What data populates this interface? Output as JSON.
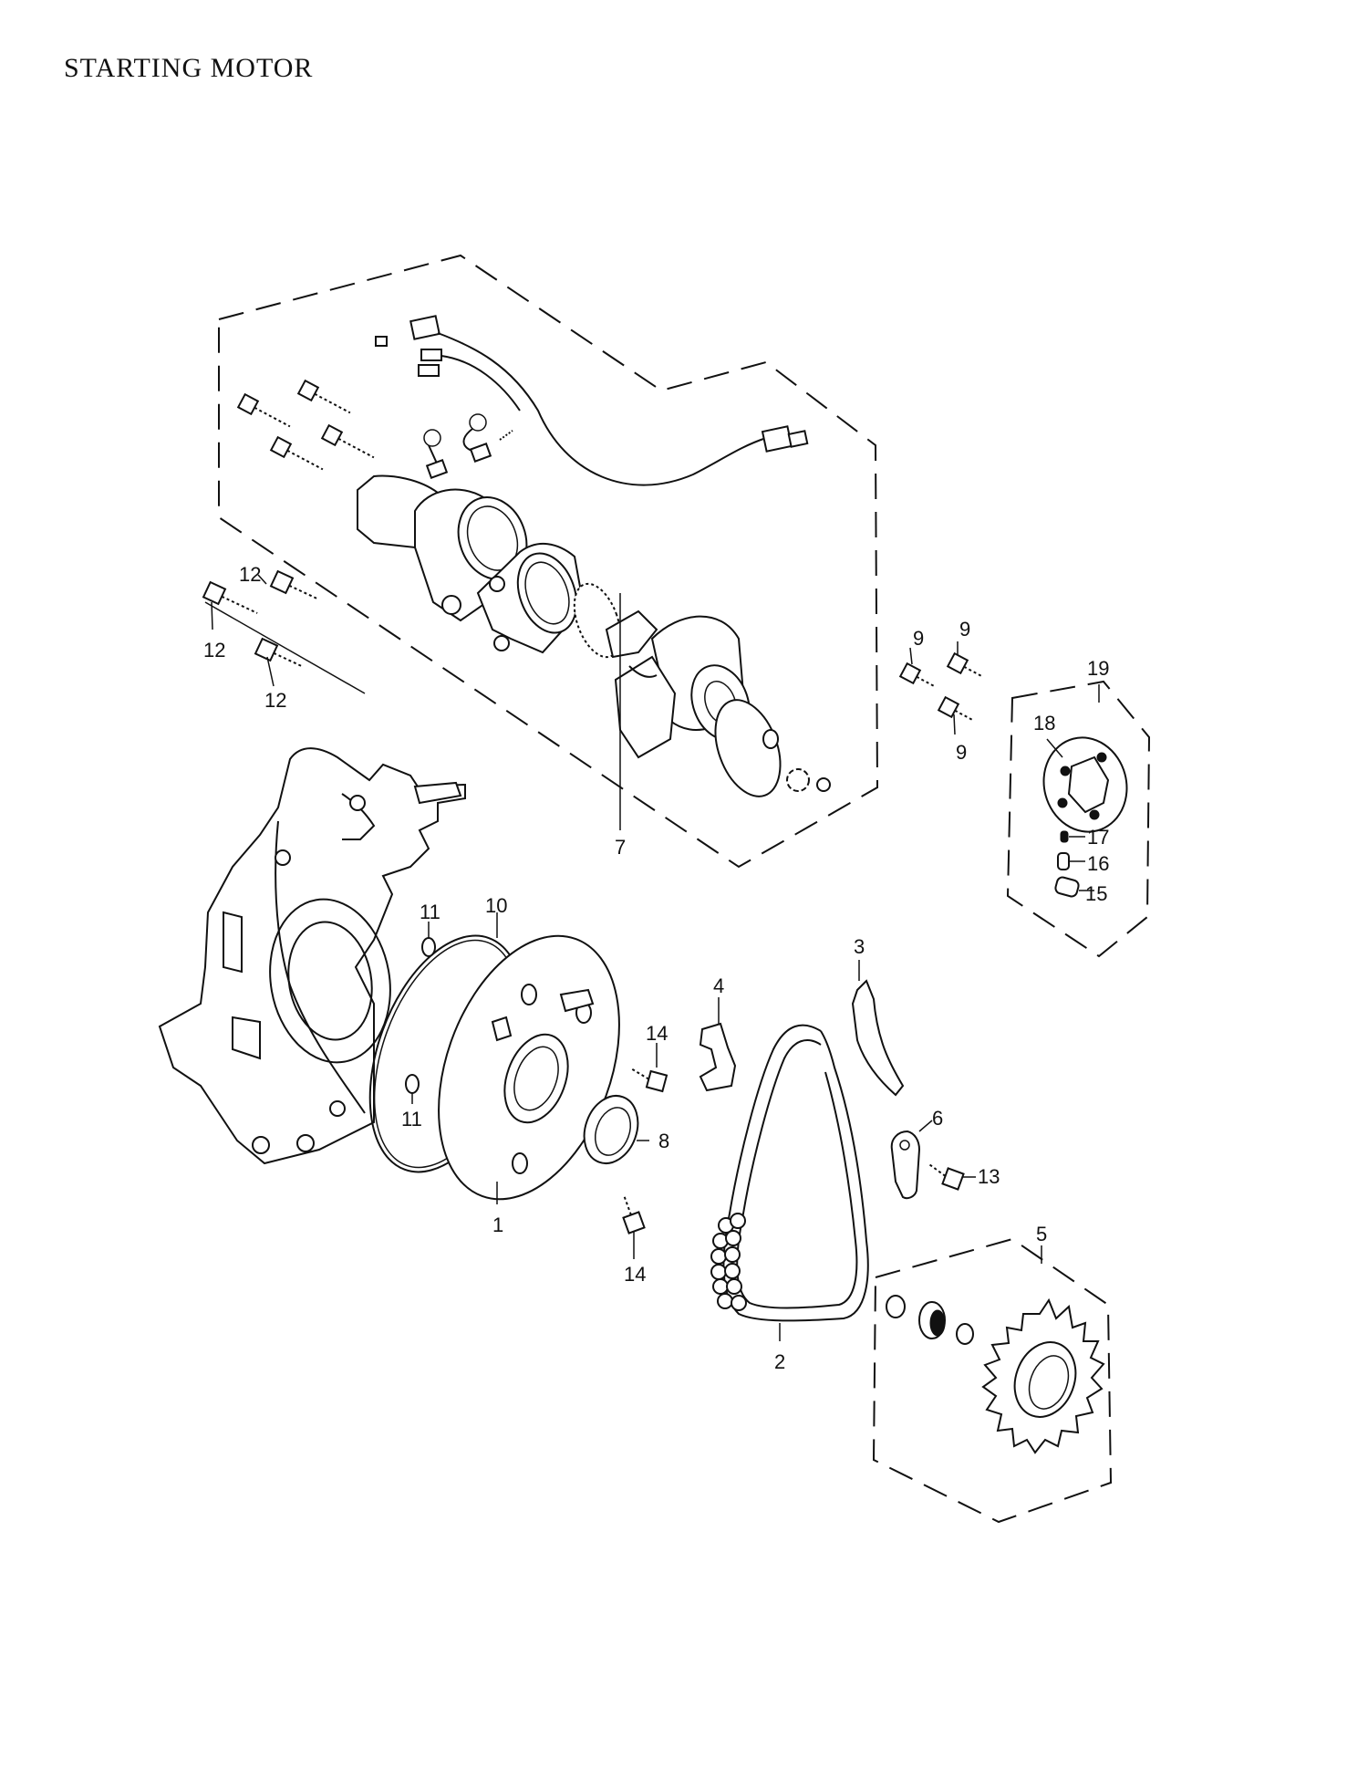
{
  "title": "STARTING  MOTOR",
  "parts": {
    "p1": "1",
    "p2": "2",
    "p3": "3",
    "p4": "4",
    "p5": "5",
    "p6": "6",
    "p7": "7",
    "p8": "8",
    "p9": "9",
    "p10": "10",
    "p11": "11",
    "p12": "12",
    "p13": "13",
    "p14": "14",
    "p15": "15",
    "p16": "16",
    "p17": "17",
    "p18": "18",
    "p19": "19"
  }
}
